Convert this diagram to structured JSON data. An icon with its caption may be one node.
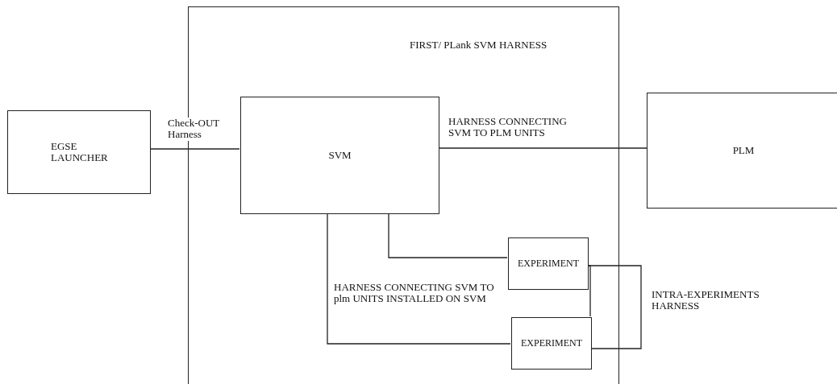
{
  "diagram": {
    "nodes": [
      {
        "text": [
          "EGSE LAUNCHER"
        ]
      },
      {
        "text": [
          "FIRST/ PLank SVM HARNESS"
        ]
      },
      {
        "text": [
          "SVM"
        ],
        "in": 1
      },
      {
        "text": [
          "EXPERIMENT"
        ],
        "in": 1
      },
      {
        "text": [
          "EXPERIMENT"
        ],
        "in": 1
      },
      {
        "text": [
          "PLM"
        ]
      }
    ],
    "edges": [
      {
        "from": 0,
        "to": 2,
        "arrow": "none",
        "label": "Check-OUT Harness"
      },
      {
        "from": 2,
        "to": 5,
        "arrow": "none",
        "label": "HARNESS CONNECTING SVM TO PLM UNITS"
      },
      {
        "from": 2,
        "to": 3,
        "arrow": "none"
      },
      {
        "from": 2,
        "to": 4,
        "arrow": "none"
      },
      {
        "from": 3,
        "to": 4,
        "arrow": "none"
      },
      {
        "from": 3,
        "to": 4,
        "arrow": "none",
        "label": "INTRA-EXPERIMENTS HARNESS"
      }
    ],
    "labels": [
      "HARNESS CONNECTING SVM TO plm UNITS INSTALLED ON SVM"
    ]
  }
}
